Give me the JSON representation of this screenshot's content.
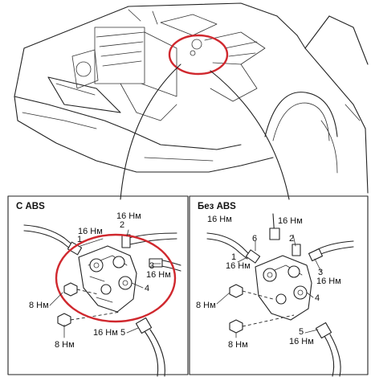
{
  "colors": {
    "highlight": "#d0282e",
    "line": "#222222",
    "background": "#ffffff"
  },
  "panel_left": {
    "title": "С ABS",
    "callouts": [
      {
        "num": "1",
        "torque": "16 Нм"
      },
      {
        "num": "2",
        "torque": "16 Нм"
      },
      {
        "num": "3",
        "torque": "16 Нм"
      },
      {
        "num": "4",
        "torque": ""
      },
      {
        "num": "5",
        "torque": "16 Нм"
      }
    ],
    "nut_torques": [
      "8 Нм",
      "8 Нм"
    ]
  },
  "panel_right": {
    "title": "Без ABS",
    "callouts": [
      {
        "num": "1",
        "torque": "16 Нм"
      },
      {
        "num": "2",
        "torque": "16 Нм"
      },
      {
        "num": "3",
        "torque": "16 Нм"
      },
      {
        "num": "4",
        "torque": ""
      },
      {
        "num": "5",
        "torque": "16 Нм"
      },
      {
        "num": "6",
        "torque": "16 Нм"
      }
    ],
    "nut_torques": [
      "8 Нм",
      "8 Нм"
    ]
  }
}
